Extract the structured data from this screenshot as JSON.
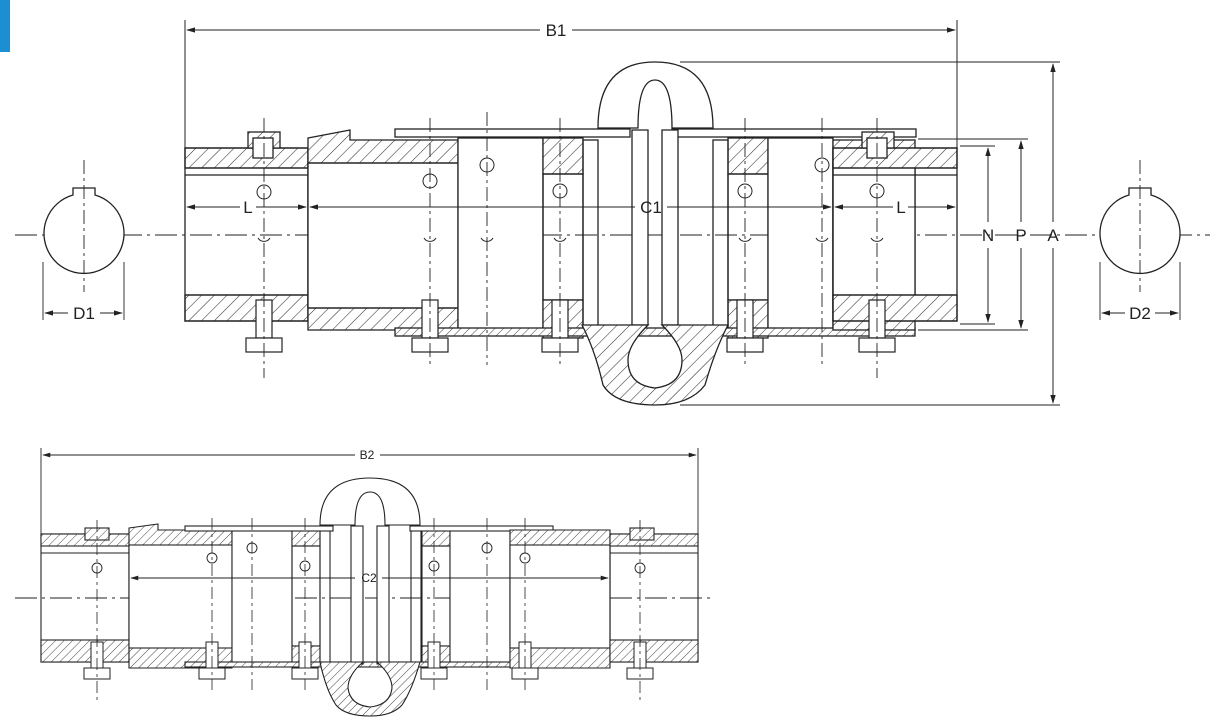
{
  "colors": {
    "accent_tab": "#1b8fd2",
    "line": "#222222",
    "hatch": "#333333"
  },
  "top_drawing": {
    "dim_overall_length": "B1",
    "dim_between_shaft_ends": "C1",
    "dim_hub_length_left": "L",
    "dim_hub_length_right": "L",
    "dim_bore_left": "D1",
    "dim_bore_right": "D2",
    "dim_hub_diameter": "N",
    "dim_flange_diameter": "P",
    "dim_outside_diameter": "A"
  },
  "bottom_drawing": {
    "dim_overall_length": "B2",
    "dim_between_shaft_ends": "C2"
  }
}
